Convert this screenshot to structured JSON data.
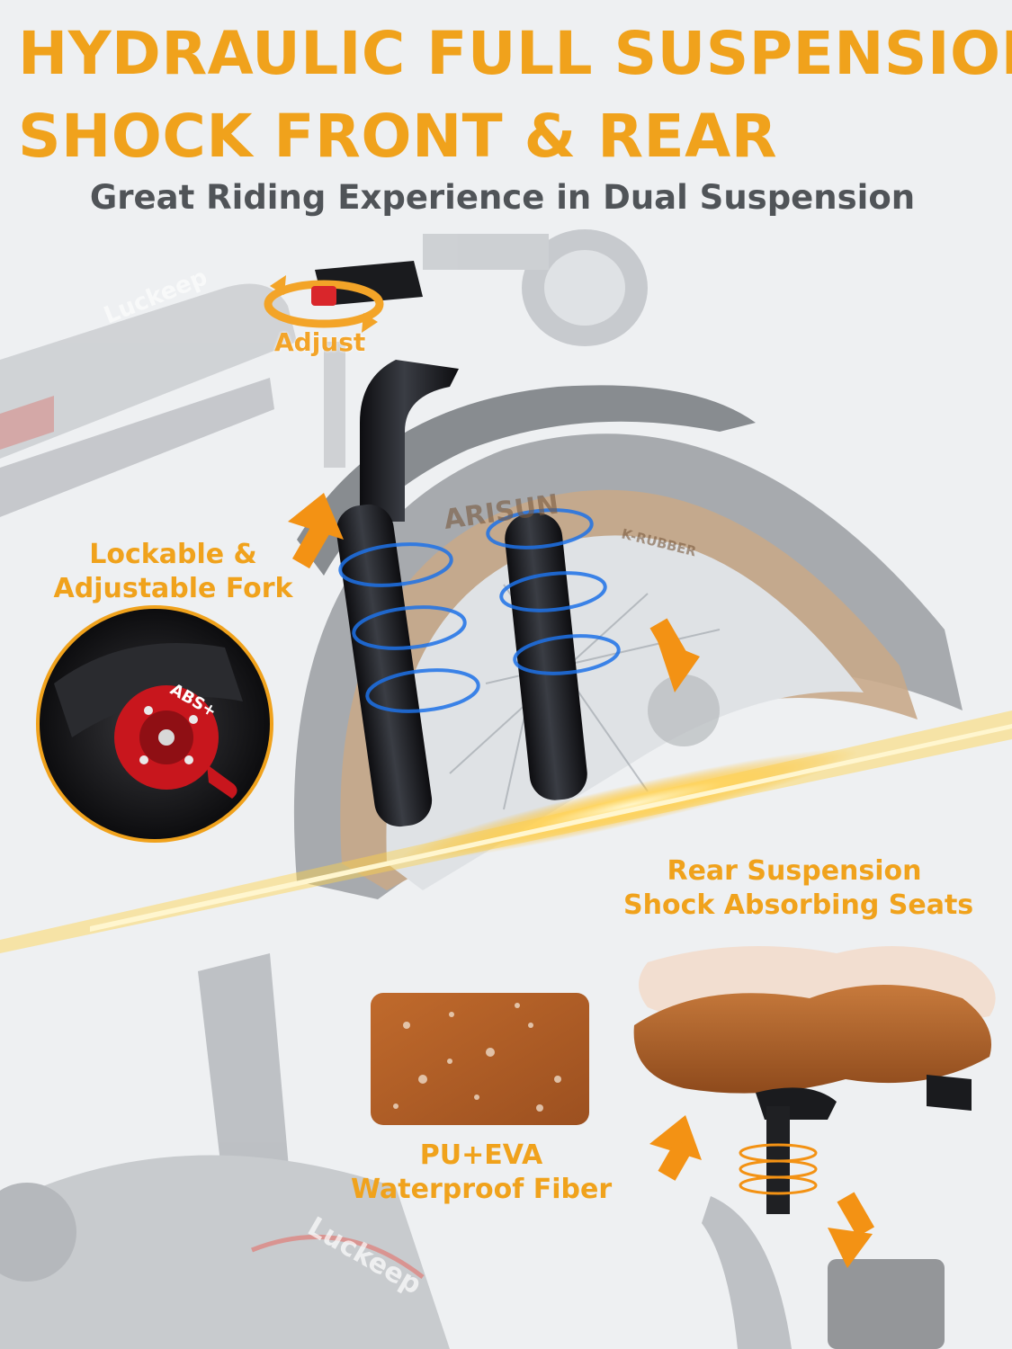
{
  "headline": {
    "line1": "HYDRAULIC FULL SUSPENSION",
    "line2": "SHOCK FRONT & REAR"
  },
  "subheadline": "Great Riding Experience in Dual Suspension",
  "callouts": {
    "adjust": "Adjust",
    "fork_line1": "Lockable &",
    "fork_line2": "Adjustable Fork",
    "rear_line1": "Rear Suspension",
    "rear_line2": "Shock Absorbing Seats",
    "fiber_line1": "PU+EVA",
    "fiber_line2": "Waterproof Fiber"
  },
  "product_text": {
    "brand": "Luckeep",
    "tire_brand": "ARISUN",
    "tire_compound": "K-RUBBER",
    "knob_label": "ABS+"
  },
  "colors": {
    "accent_orange": "#f0a21c",
    "subtitle_gray": "#505458",
    "background": "#eef0f2",
    "knob_red": "#c8161d",
    "leather_brown": "#b5642a",
    "spring_blue": "#1e72e8"
  }
}
